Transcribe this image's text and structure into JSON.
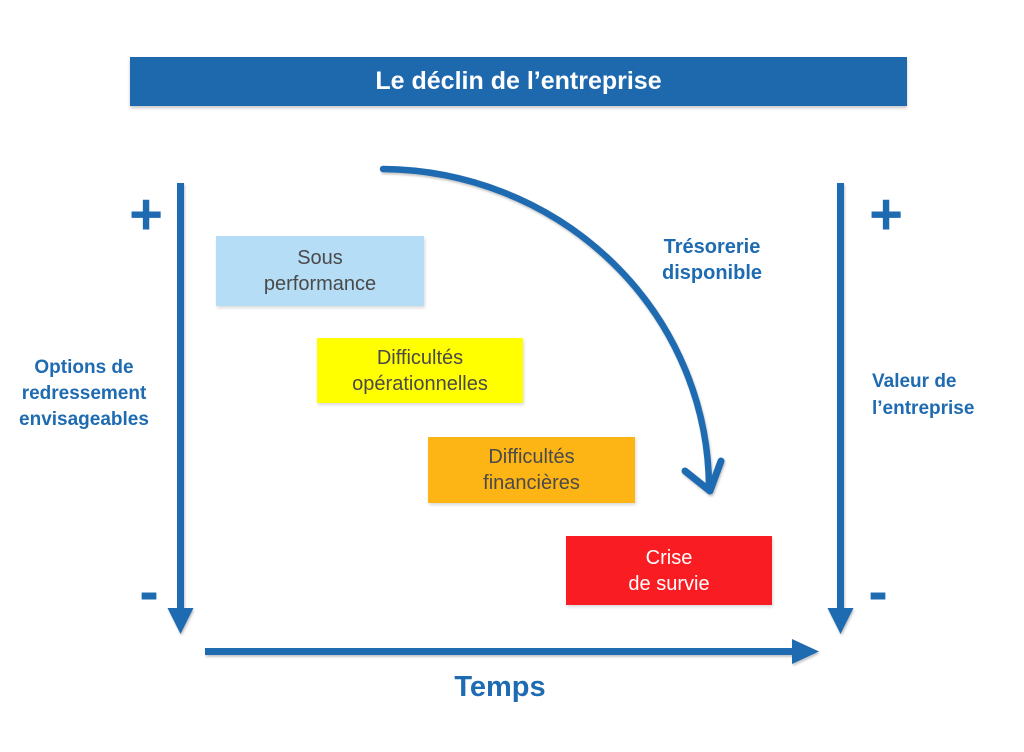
{
  "title": {
    "text": "Le déclin de l’entreprise",
    "bg_color": "#1E69AE",
    "text_color": "#FFFFFF"
  },
  "left_axis": {
    "plus": "+",
    "minus": "-",
    "label": "Options de\nredressement\nenvisageables",
    "direction": "down"
  },
  "right_axis": {
    "plus": "+",
    "minus": "-",
    "label": "Valeur de\nl’entreprise",
    "direction": "down"
  },
  "time_axis": {
    "label": "Temps",
    "direction": "right"
  },
  "curve": {
    "label": "Trésorerie\ndisponible",
    "shape": "descending concave arc with open arrowhead",
    "color": "#1E6BB2"
  },
  "stages": [
    {
      "label": "Sous\nperformance",
      "bg_color": "#B5DDF6",
      "text_color": "#4A4A4A"
    },
    {
      "label": "Difficultés\nopérationnelles",
      "bg_color": "#FFFF00",
      "text_color": "#4A4A4A"
    },
    {
      "label": "Difficultés\nfinancières",
      "bg_color": "#FCB514",
      "text_color": "#4A4A4A"
    },
    {
      "label": "Crise\nde survie",
      "bg_color": "#F91D23",
      "text_color": "#FFFFFF"
    }
  ],
  "colors": {
    "accent_blue": "#1E6BB2",
    "banner_blue": "#1E69AE"
  }
}
